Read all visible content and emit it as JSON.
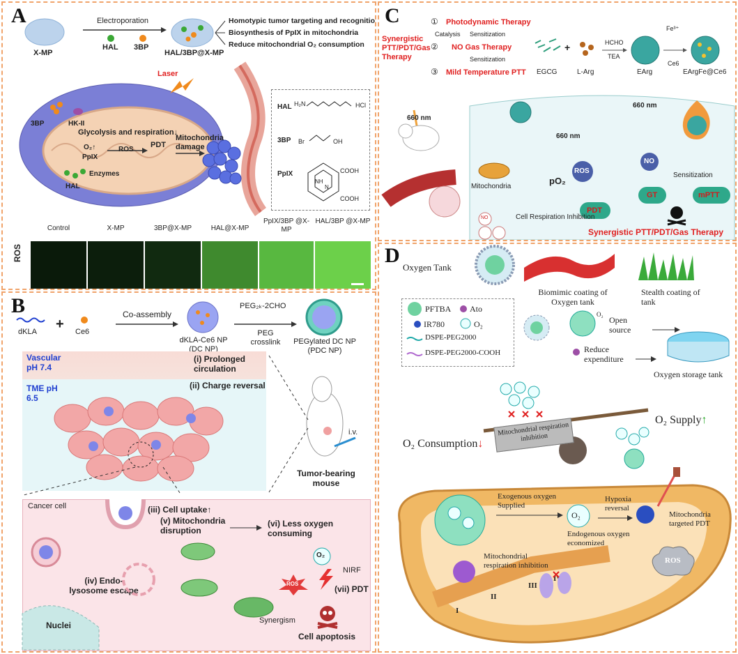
{
  "panel_a": {
    "label": "A",
    "x_mp": "X-MP",
    "electroporation": "Electroporation",
    "hal": "HAL",
    "bp3": "3BP",
    "product": "HAL/3BP@X-MP",
    "outcomes": [
      "Homotypic tumor targeting and recognition",
      "Biosynthesis of PpIX in mitochondria",
      "Reduce mitochondrial O₂ consumption"
    ],
    "laser": "Laser",
    "cell_3bp": "3BP",
    "hk2": "HK-II",
    "glycolysis": "Glycolysis and respiration↓",
    "o2": "O₂↑",
    "ppix": "PpIX",
    "ros": "ROS",
    "pdt": "PDT",
    "mito_damage": "Mitochondria damage",
    "enzymes": "Enzymes",
    "cell_hal": "HAL",
    "struct_labels": [
      "HAL",
      "3BP",
      "PpIX"
    ],
    "hcl": "HCl",
    "br": "Br",
    "oh": "OH",
    "cooh1": "COOH",
    "cooh2": "COOH",
    "nh": "NH",
    "n": "N",
    "h2n": "H₂N",
    "ros_axis": "ROS",
    "ros_groups": [
      "Control",
      "X-MP",
      "3BP@X-MP",
      "HAL@X-MP",
      "PpIX/3BP @X-MP",
      "HAL/3BP @X-MP"
    ]
  },
  "panel_b": {
    "label": "B",
    "dkla": "dKLA",
    "plus": "+",
    "ce6": "Ce6",
    "coassembly": "Co-assembly",
    "dc_np": "dKLA-Ce6 NP (DC NP)",
    "peg_reagent": "PEG₂ₖ-2CHO",
    "peg_crosslink": "PEG crosslink",
    "pdc_np": "PEGylated DC NP (PDC NP)",
    "vascular": "Vascular pH 7.4",
    "circulation": "(i) Prolonged circulation",
    "tme": "TME pH 6.5",
    "charge": "(ii) Charge reversal",
    "iv": "i.v.",
    "mouse": "Tumor-bearing mouse",
    "cancer_cell": "Cancer cell",
    "uptake": "(iii) Cell uptake↑",
    "mito_disruption": "(v) Mitochondria disruption",
    "less_oxygen": "(vi) Less oxygen consuming",
    "o2": "O₂",
    "nirf": "NIRF",
    "ros": "ROS",
    "pdt": "(vii) PDT",
    "endo": "(iv) Endo-lysosome escape",
    "synergism": "Synergism",
    "apoptosis": "Cell apoptosis",
    "nuclei": "Nuclei"
  },
  "panel_c": {
    "label": "C",
    "therapy_title": "Synergistic PTT/PDT/Gas Therapy",
    "steps": [
      "Photodynamic Therapy",
      "NO Gas Therapy",
      "Mild Temperature PTT"
    ],
    "step_numbers": [
      "①",
      "②",
      "③"
    ],
    "catalysis": "Catalysis",
    "sensitization1": "Sensitization",
    "sensitization2": "Sensitization",
    "egcg": "EGCG",
    "plus": "+",
    "larg": "L-Arg",
    "hcho": "HCHO",
    "tea": "TEA",
    "earg": "EArg",
    "fe": "Fe³⁺",
    "ce6": "Ce6",
    "eargfe": "EArgFe@Ce6",
    "nm_left": "660 nm",
    "nm_mid": "660 nm",
    "nm_right": "660 nm",
    "mitochondria": "Mitochondria",
    "po2": "pO₂",
    "ros": "ROS",
    "no": "NO",
    "sensitization3": "Sensitization",
    "gt": "GT",
    "mptt": "mPTT",
    "pdt": "PDT",
    "no_small": "NO",
    "respiration": "Cell Respiration Inhibition",
    "bottom_title": "Synergistic PTT/PDT/Gas Therapy"
  },
  "panel_d": {
    "label": "D",
    "oxygen_tank": "Oxygen Tank",
    "biomimic": "Biomimic coating of Oxygen tank",
    "stealth": "Stealth coating of tank",
    "legend": [
      "PFTBA",
      "Ato",
      "IR780",
      "O₂",
      "DSPE-PEG2000",
      "DSPE-PEG2000-COOH"
    ],
    "o2_bubble": "O₂",
    "open_source": "Open source",
    "reduce": "Reduce expenditure",
    "storage": "Oxygen storage tank",
    "seesaw_label": "Mitochondrial respiration inhibition",
    "consumption": "O₂ Consumption",
    "supply": "O₂ Supply",
    "exogenous": "Exogenous oxygen Supplied",
    "hypoxia": "Hypoxia reversal",
    "mito_pdt": "Mitochondria targeted PDT",
    "endogenous": "Endogenous oxygen economized",
    "mito_resp": "Mitochondrial respiration inhibition",
    "complexes": [
      "I",
      "II",
      "III",
      "IV"
    ],
    "ros": "ROS",
    "o2": "O₂"
  },
  "colors": {
    "border": "#f0a36a",
    "red": "#e02020",
    "blue": "#1f3fd0",
    "green": "#3cc03c"
  }
}
